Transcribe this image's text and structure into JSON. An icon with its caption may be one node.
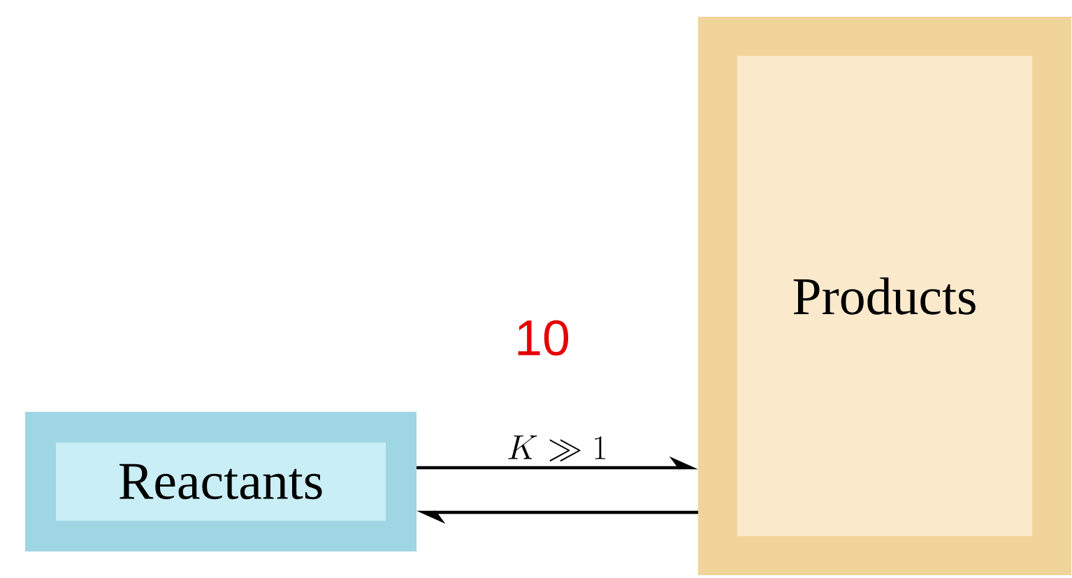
{
  "diagram": {
    "nodes": [
      {
        "text": [
          "Reactants"
        ]
      },
      {
        "text": [
          "Products"
        ]
      }
    ],
    "edges": [
      {
        "from": 0,
        "to": 1,
        "arrow": "to",
        "label": "K \\gg 1"
      },
      {
        "from": 1,
        "to": 0,
        "arrow": "to"
      }
    ],
    "labels": [
      "10"
    ]
  }
}
